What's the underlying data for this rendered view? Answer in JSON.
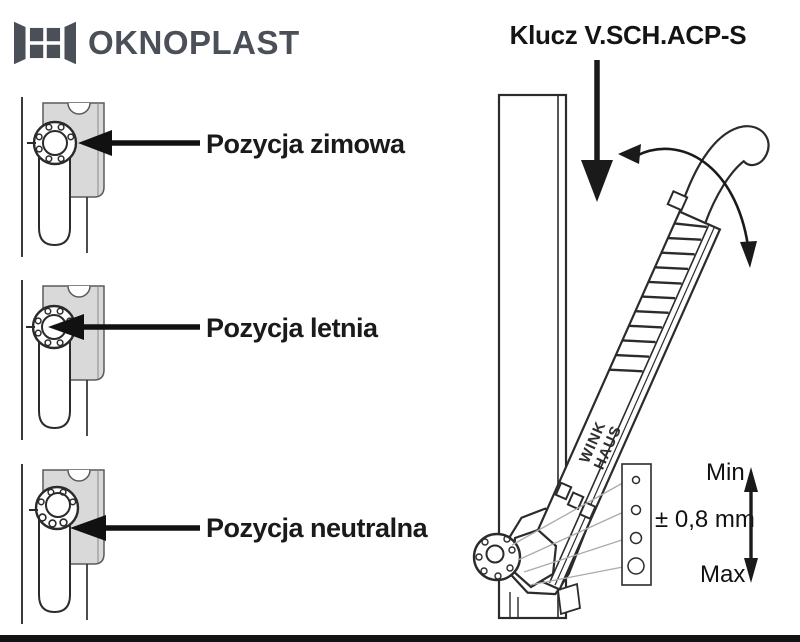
{
  "brand": {
    "name": "OKNOPLAST"
  },
  "heading": {
    "tool_label": "Klucz V.SCH.ACP-S"
  },
  "positions": [
    {
      "id": "winter",
      "label": "Pozycja zimowa"
    },
    {
      "id": "summer",
      "label": "Pozycja letnia"
    },
    {
      "id": "neutral",
      "label": "Pozycja neutralna"
    }
  ],
  "adjustment_scale": {
    "min": "Min",
    "range": "± 0,8 mm",
    "max": "Max"
  },
  "tool_engraving": {
    "line1": "WINK",
    "line2": "HAUS"
  },
  "colors": {
    "ink": "#1d1d1b",
    "logo_gray": "#4b4f58",
    "metal_gray": "#d9d9d9",
    "connector_gray": "#ababab"
  }
}
